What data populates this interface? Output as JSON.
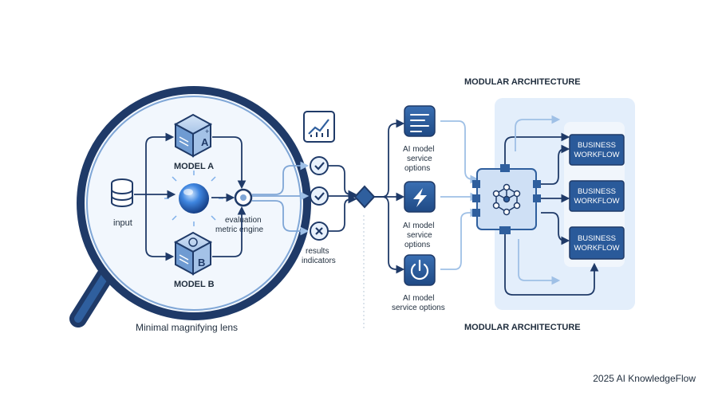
{
  "labels": {
    "input": "input",
    "model_a": "MODEL A",
    "model_b": "MODEL B",
    "evaluation_line1": "evaluation",
    "evaluation_line2": "metric engine",
    "results_line1": "results",
    "results_line2": "indicators",
    "lens": "Minimal magnifying lens",
    "service_top": [
      "AI model",
      "service",
      "options"
    ],
    "service_mid": [
      "AI model",
      "service",
      "options"
    ],
    "service_bot": [
      "AI model",
      "service options"
    ],
    "modular_top": "MODULAR ARCHITECTURE",
    "modular_bottom": "MODULAR ARCHITECTURE",
    "wf1": [
      "BUSINESS",
      "WORKFLOW"
    ],
    "wf2": [
      "BUSINESS",
      "WORKFLOW"
    ],
    "wf3": [
      "BUSINESS",
      "WORKFLOW"
    ],
    "cube_a_letter": "A",
    "cube_b_letter": "B"
  },
  "footer": "2025 AI KnowledgeFlow",
  "icons": {
    "database": "database-icon",
    "cube_a": "cube-icon",
    "cube_b": "cube-icon",
    "sphere": "glowing-sphere-icon",
    "chart": "line-chart-icon",
    "check_top": "check-icon",
    "check_mid": "check-icon",
    "cross": "x-icon",
    "diamond": "decision-diamond-icon",
    "list": "list-icon",
    "bolt": "lightning-icon",
    "power": "power-icon",
    "hub": "network-hub-icon"
  },
  "colors": {
    "navy": "#1f3a68",
    "blue": "#2f5f9e",
    "light_blue": "#9fc0e6",
    "panel": "#e3eefb",
    "lens_fill": "#f2f7fd"
  }
}
